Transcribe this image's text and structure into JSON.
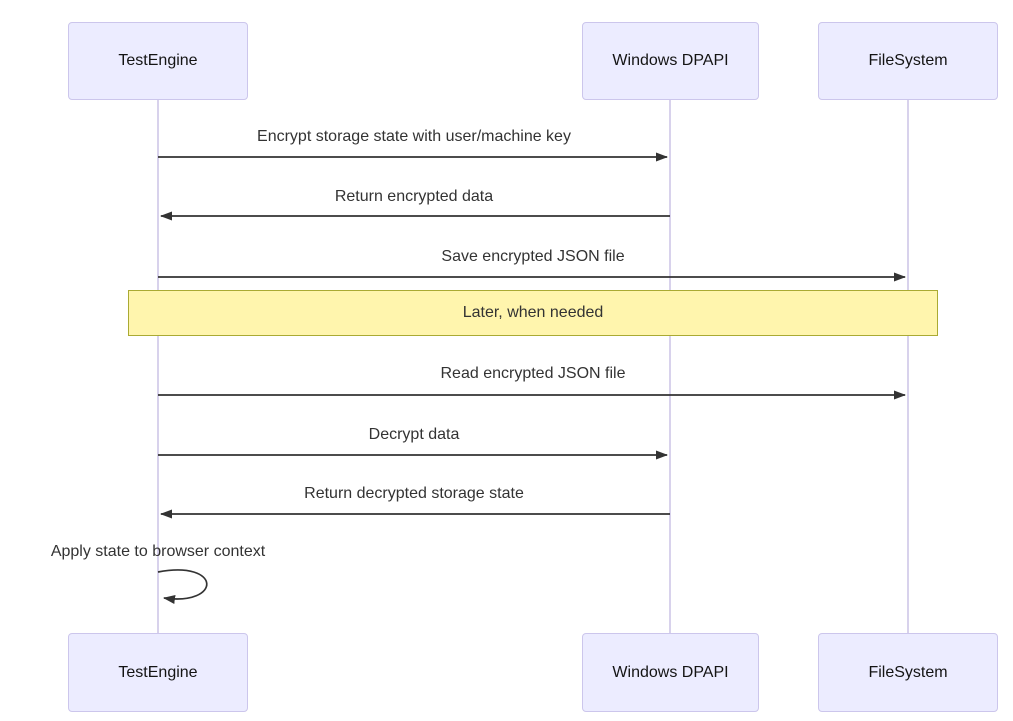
{
  "diagram": {
    "type": "sequence",
    "actors": [
      {
        "name": "TestEngine"
      },
      {
        "name": "Windows DPAPI"
      },
      {
        "name": "FileSystem"
      }
    ],
    "messages": [
      {
        "from": "TestEngine",
        "to": "Windows DPAPI",
        "label": "Encrypt storage state with user/machine key",
        "style": "solid-arrow"
      },
      {
        "from": "Windows DPAPI",
        "to": "TestEngine",
        "label": "Return encrypted data",
        "style": "solid-arrow"
      },
      {
        "from": "TestEngine",
        "to": "FileSystem",
        "label": "Save encrypted JSON file",
        "style": "solid-arrow"
      },
      {
        "from": "TestEngine",
        "to": "FileSystem",
        "label": "Read encrypted JSON file",
        "style": "solid-arrow"
      },
      {
        "from": "TestEngine",
        "to": "Windows DPAPI",
        "label": "Decrypt data",
        "style": "solid-arrow"
      },
      {
        "from": "Windows DPAPI",
        "to": "TestEngine",
        "label": "Return decrypted storage state",
        "style": "solid-arrow"
      },
      {
        "from": "TestEngine",
        "to": "TestEngine",
        "label": "Apply state to browser context",
        "style": "self-loop"
      }
    ],
    "note": {
      "label": "Later, when needed",
      "placement": "over all actors"
    },
    "colors": {
      "actor_fill": "#ECECFF",
      "actor_border": "#CCC6EC",
      "lifeline": "#D8D2EC",
      "arrow": "#333333",
      "note_fill": "#FFF5AD",
      "note_border": "#AAAA33",
      "text": "#333333"
    }
  }
}
